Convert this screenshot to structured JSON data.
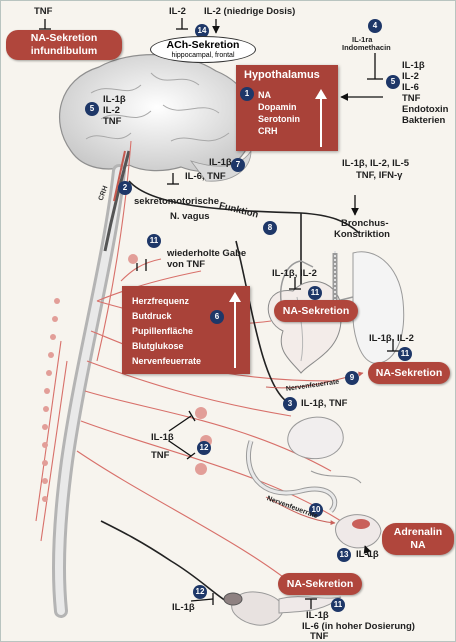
{
  "figure": {
    "top_left": {
      "inhibitor": "TNF",
      "pill_line1": "NA-Sekretion",
      "pill_line2": "infundibulum"
    },
    "ach": {
      "il2": "IL-2",
      "il2_low": "IL-2 (niedrige Dosis)",
      "badge": "14",
      "title": "ACh-Sekretion",
      "subtitle": "hippocampal, frontal"
    },
    "badge4": {
      "num": "4",
      "line1": "IL-1ra",
      "line2": "Indomethacin"
    },
    "hypothalamus": {
      "title": "Hypothalamus",
      "badge": "1",
      "items": [
        "NA",
        "Dopamin",
        "Serotonin",
        "CRH"
      ],
      "inputs_badge": "5",
      "inputs": [
        "IL-1β",
        "IL-2",
        "IL-6",
        "TNF",
        "Endotoxin",
        "Bakterien"
      ]
    },
    "brain_inner": {
      "badge": "5",
      "items": [
        "IL-1β",
        "IL-2",
        "TNF"
      ]
    },
    "badge2": {
      "num": "2",
      "label": "sekretomotorische",
      "curve": "Funktion"
    },
    "badge7": {
      "num": "7",
      "line1": "IL-1β",
      "line2": "IL-6, TNF"
    },
    "vagus": {
      "label": "N. vagus",
      "badge": "8"
    },
    "bronchus": {
      "line1": "IL-1β, IL-2, IL-5",
      "line2": "TNF, IFN-γ",
      "title1": "Bronchus-",
      "title2": "Konstriktion"
    },
    "badge11a": {
      "num": "11",
      "line1": "wiederholte Gabe",
      "line2": "von TNF"
    },
    "heart_sec": {
      "inhibitor": "IL-1β, IL-2",
      "badge": "11",
      "pill": "NA-Sekretion"
    },
    "effects": {
      "badge": "6",
      "items": [
        "Herzfrequenz",
        "Butdruck",
        "Pupillenfläche",
        "Blutglukose",
        "Nervenfeuerrate"
      ]
    },
    "lung_sec": {
      "inhibitor": "IL-1β, IL-2",
      "badge": "11",
      "pill": "NA-Sekretion",
      "fire": "Nervenfeuerrate",
      "badge9": "9"
    },
    "badge3": {
      "num": "3",
      "label": "IL-1β, TNF"
    },
    "badge12a": {
      "num": "12",
      "line1": "IL-1β",
      "line2": "TNF"
    },
    "badge10": {
      "num": "10",
      "fire": "Nervenfeuerrate"
    },
    "adrenal": {
      "pill1": "Adrenalin",
      "pill2": "NA",
      "badge": "13",
      "input": "IL-1β"
    },
    "spleen": {
      "badge": "12",
      "input": "IL-1β",
      "pill": "NA-Sekretion",
      "badge11": "11",
      "in1": "IL-1β",
      "in2": "IL-6 (in hoher Dosierung)",
      "in3": "TNF"
    },
    "spine_label": "CRH",
    "colors": {
      "red": "#b0463c",
      "navy": "#1e3768",
      "nerve": "#d8706a"
    }
  }
}
